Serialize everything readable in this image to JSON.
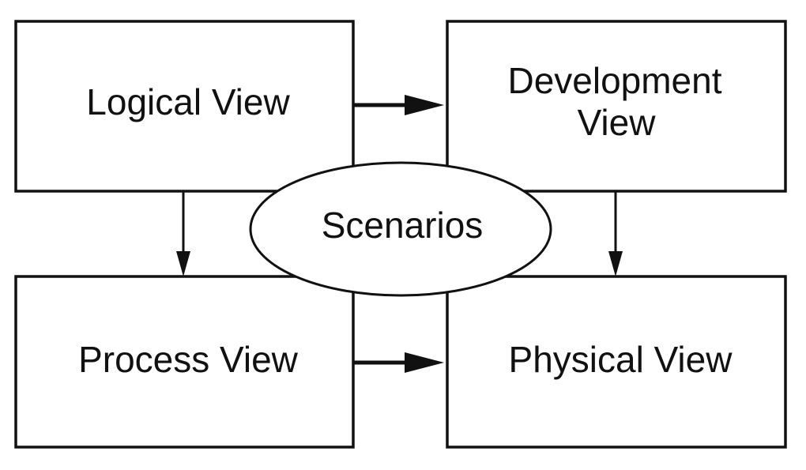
{
  "views": {
    "logical": "Logical View",
    "development_line1": "Development",
    "development_line2": "View",
    "process": "Process View",
    "physical": "Physical View",
    "scenarios": "Scenarios"
  },
  "colors": {
    "stroke": "#111111",
    "background": "#ffffff"
  }
}
